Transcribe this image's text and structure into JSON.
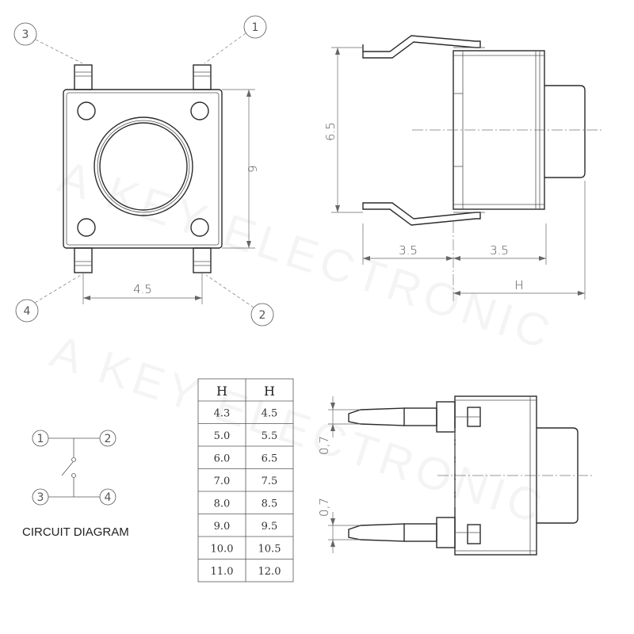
{
  "dimensions": {
    "top_width": "4.5",
    "top_height": "6",
    "side_height": "6.5",
    "side_left": "3.5",
    "side_right": "3.5",
    "side_h": "H",
    "pin_thickness_top": "0,7",
    "pin_thickness_bottom": "0,7"
  },
  "pins": [
    "1",
    "2",
    "3",
    "4"
  ],
  "circuit": {
    "caption": "CIRCUIT DIAGRAM",
    "pins": [
      "1",
      "2",
      "3",
      "4"
    ]
  },
  "table": {
    "headers": [
      "H",
      "H"
    ],
    "rows": [
      [
        "4.3",
        "4.5"
      ],
      [
        "5.0",
        "5.5"
      ],
      [
        "6.0",
        "6.5"
      ],
      [
        "7.0",
        "7.5"
      ],
      [
        "8.0",
        "8.5"
      ],
      [
        "9.0",
        "9.5"
      ],
      [
        "10.0",
        "10.5"
      ],
      [
        "11.0",
        "12.0"
      ]
    ]
  },
  "watermark": "A KEY ELECTRONIC"
}
